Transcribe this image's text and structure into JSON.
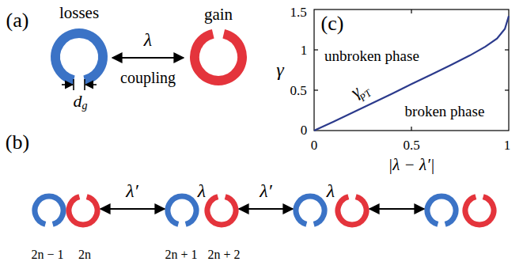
{
  "diagram": {
    "labels": [
      "(a)",
      "losses",
      "gain",
      "λ",
      "coupling",
      "d",
      "g",
      "(b)",
      "λ′",
      "λ",
      "λ′",
      "λ",
      "2n − 1",
      "2n",
      "2n + 1",
      "2n + 2",
      "(c)",
      "1.5",
      "1",
      "0.5",
      "0",
      "0",
      "0.5",
      "1",
      "γ",
      "|λ − λ′|",
      "unbroken phase",
      "broken phase",
      "γ",
      "PT"
    ]
  }
}
